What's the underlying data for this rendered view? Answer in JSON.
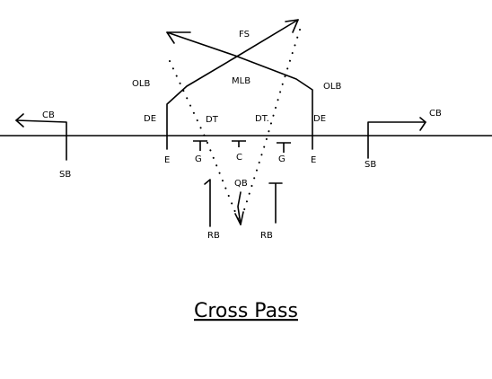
{
  "title": "Cross Pass",
  "labels": {
    "fs": "FS",
    "olb_left": "OLB",
    "olb_right": "OLB",
    "mlb": "MLB",
    "cb_left": "CB",
    "cb_right": "CB",
    "de_left": "DE",
    "de_right": "DE",
    "dt_left": "DT",
    "dt_right": "DT.",
    "e_left": "E",
    "e_right": "E",
    "g_left": "G",
    "g_right": "G",
    "c": "C",
    "sb_left": "SB",
    "sb_right": "SB",
    "qb": "QB",
    "rb_left": "RB",
    "rb_right": "RB"
  }
}
